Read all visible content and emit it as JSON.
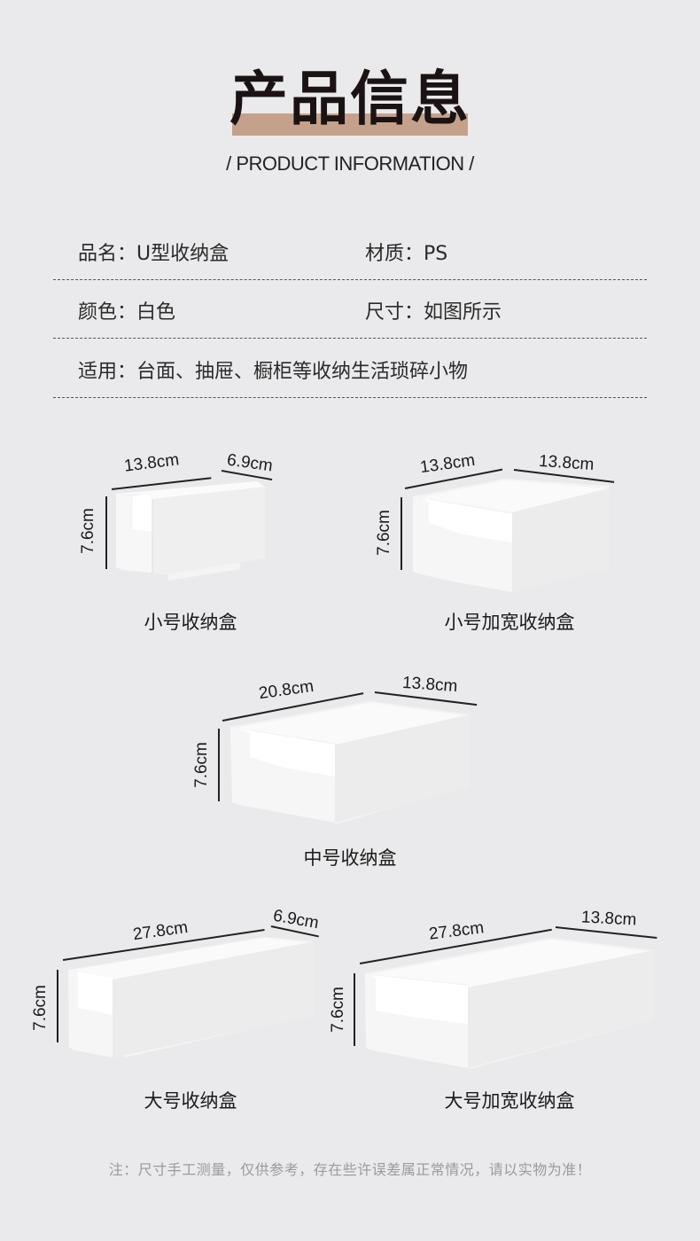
{
  "header": {
    "title": "产品信息",
    "subtitle": "/ PRODUCT INFORMATION /",
    "accent_color": "#c5a18b"
  },
  "info": {
    "rows": [
      {
        "cells": [
          {
            "label": "品名：",
            "value": "U型收纳盒"
          },
          {
            "label": "材质：",
            "value": "PS"
          }
        ]
      },
      {
        "cells": [
          {
            "label": "颜色：",
            "value": "白色"
          },
          {
            "label": "尺寸：",
            "value": "如图所示"
          }
        ]
      },
      {
        "cells": [
          {
            "label": "适用：",
            "value": "台面、抽屉、橱柜等收纳生活琐碎小物"
          }
        ]
      }
    ]
  },
  "products": [
    {
      "name": "小号收纳盒",
      "length": "13.8cm",
      "width": "6.9cm",
      "height": "7.6cm"
    },
    {
      "name": "小号加宽收纳盒",
      "length": "13.8cm",
      "width": "13.8cm",
      "height": "7.6cm"
    },
    {
      "name": "中号收纳盒",
      "length": "20.8cm",
      "width": "13.8cm",
      "height": "7.6cm"
    },
    {
      "name": "大号收纳盒",
      "length": "27.8cm",
      "width": "6.9cm",
      "height": "7.6cm"
    },
    {
      "name": "大号加宽收纳盒",
      "length": "27.8cm",
      "width": "13.8cm",
      "height": "7.6cm"
    }
  ],
  "note": "注：尺寸手工测量，仅供参考，存在些许误差属正常情况，请以实物为准！"
}
